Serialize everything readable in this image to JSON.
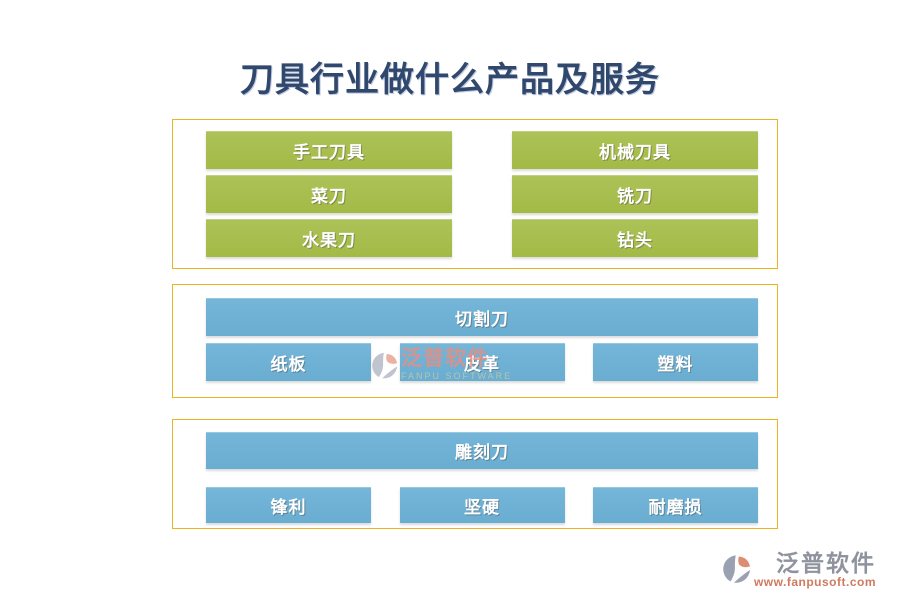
{
  "title": {
    "text": "刀具行业做什么产品及服务"
  },
  "colors": {
    "green_button": "#a3ba46",
    "blue_button": "#69add1",
    "group_border": "#eeb41f",
    "title_text": "#31486d",
    "button_text": "#ffffff",
    "logo_gray": "#8e939e",
    "logo_salmon": "#cf7a5e"
  },
  "group1": {
    "left_column": [
      "手工刀具",
      "菜刀",
      "水果刀"
    ],
    "right_column": [
      "机械刀具",
      "铣刀",
      "钻头"
    ]
  },
  "group2": {
    "header": "切割刀",
    "items": [
      "纸板",
      "皮革",
      "塑料"
    ]
  },
  "group3": {
    "header": "雕刻刀",
    "items": [
      "锋利",
      "坚硬",
      "耐磨损"
    ]
  },
  "watermark": {
    "brand": "泛普软件",
    "subtitle": "FANPU SOFTWARE"
  },
  "footer": {
    "brand": "泛普软件",
    "website": "www.fanpusoft.com"
  }
}
